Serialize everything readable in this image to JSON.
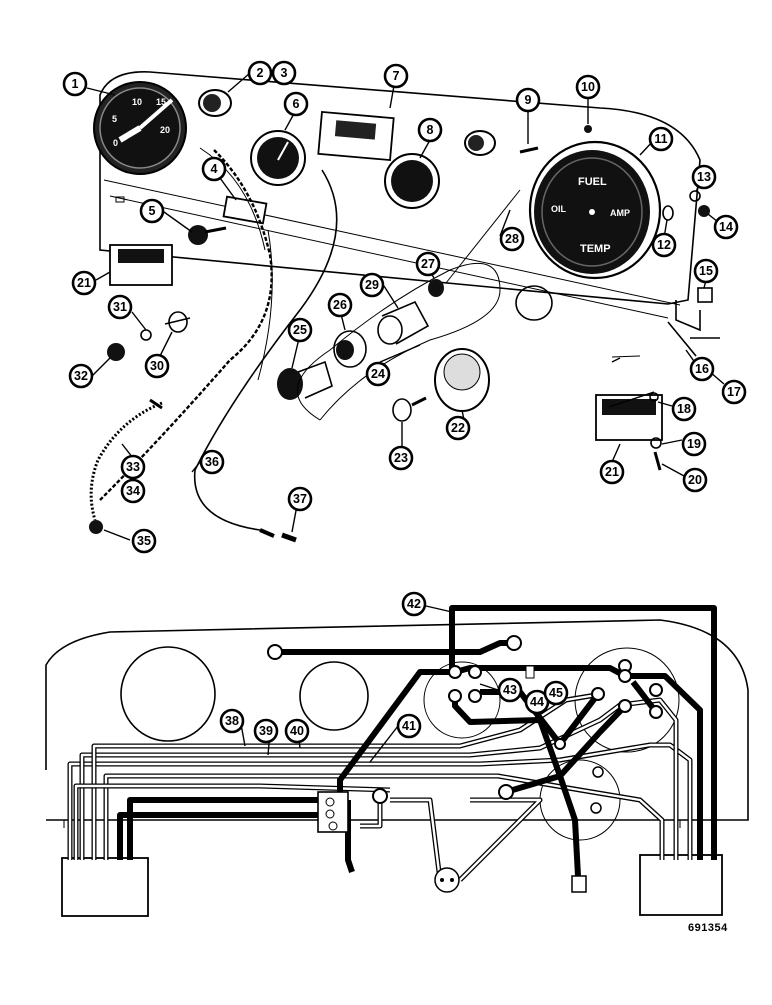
{
  "image_number": "691354",
  "gauge_markings": {
    "speedo_numbers": [
      "10",
      "15",
      "20",
      "5",
      "0"
    ],
    "fuel": "FUEL",
    "oil": "OIL",
    "amp": "AMP",
    "temp": "TEMP"
  },
  "callouts": [
    "1",
    "2",
    "3",
    "4",
    "5",
    "6",
    "7",
    "8",
    "9",
    "10",
    "11",
    "12",
    "13",
    "14",
    "15",
    "16",
    "17",
    "18",
    "19",
    "20",
    "21",
    "21",
    "22",
    "23",
    "24",
    "25",
    "26",
    "27",
    "28",
    "29",
    "30",
    "31",
    "32",
    "33",
    "34",
    "35",
    "36",
    "37",
    "38",
    "39",
    "40",
    "41",
    "42",
    "43",
    "44",
    "45"
  ]
}
